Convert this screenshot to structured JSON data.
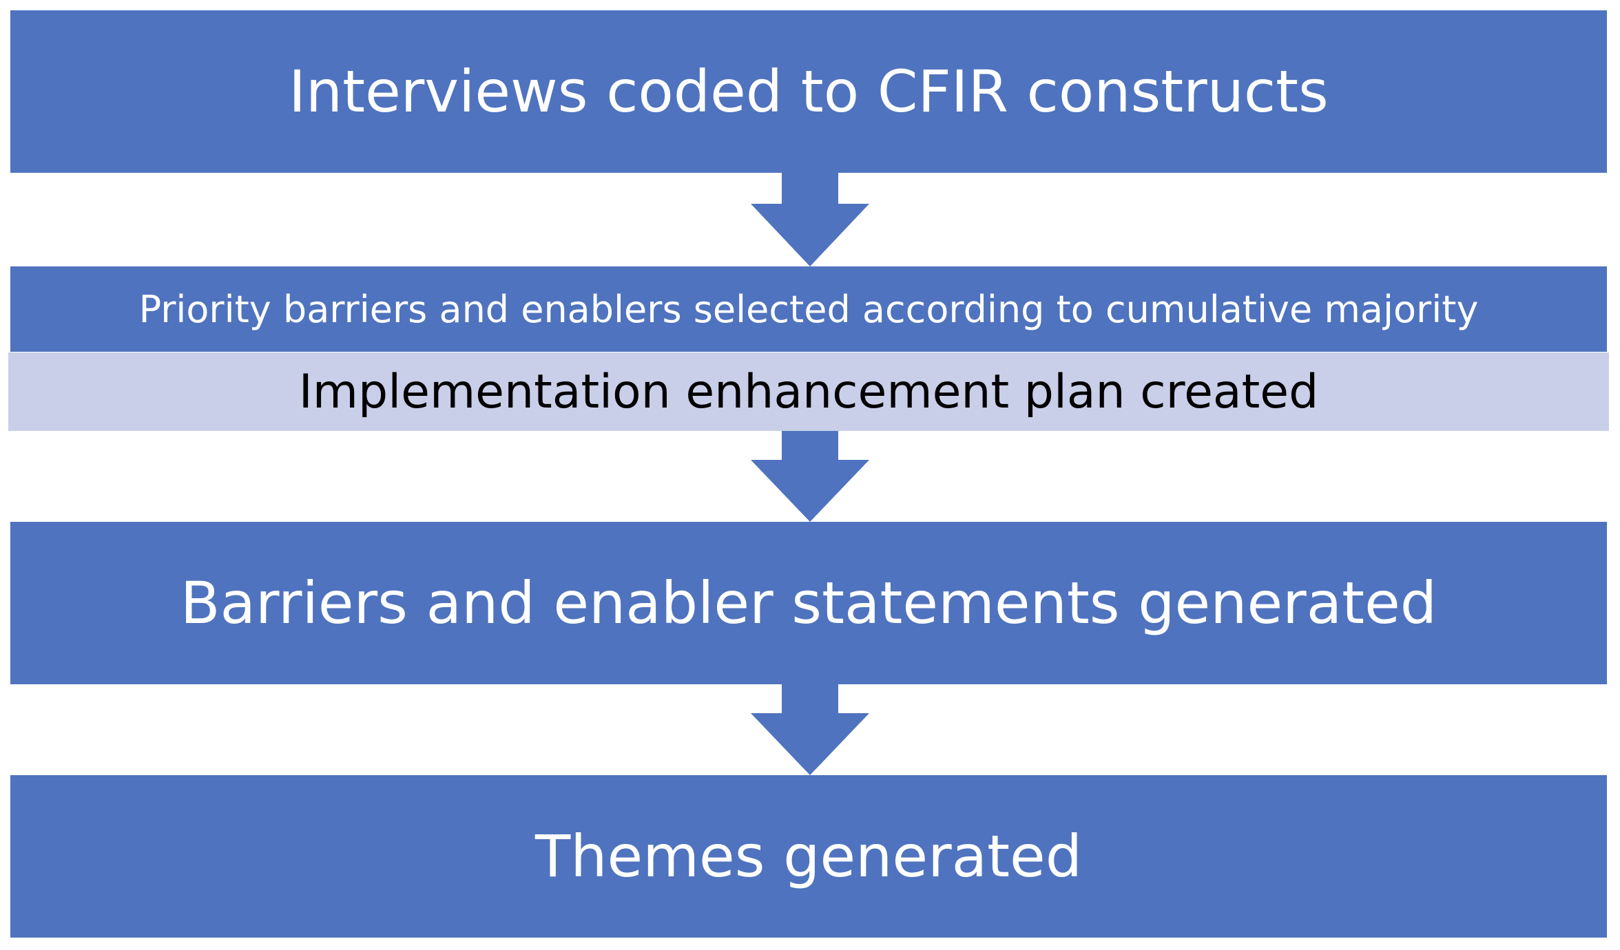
{
  "flow": {
    "step1": "Interviews coded to CFIR constructs",
    "step2": "Priority barriers and enablers selected according to cumulative majority",
    "step2_sub": "Implementation enhancement plan created",
    "step3": "Barriers and enabler statements generated",
    "step4": "Themes generated"
  },
  "colors": {
    "box_fill": "#4f73be",
    "sub_box_fill": "#c9cfe8",
    "arrow_fill": "#4f73be",
    "box_text": "#ffffff",
    "sub_box_text": "#000000"
  },
  "icons": [
    "down-arrow-icon"
  ]
}
